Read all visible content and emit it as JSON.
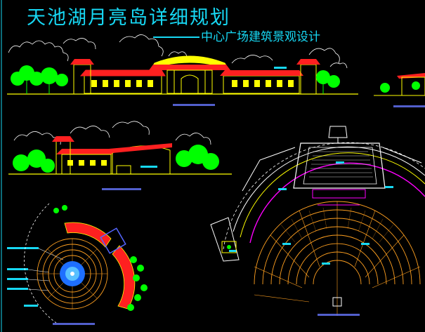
{
  "title": "天池湖月亮岛详细规划",
  "subtitle": "中心广场建筑景观设计",
  "colors": {
    "background": "#000000",
    "title": "#17d8f4",
    "roof": "#ff2020",
    "wall": "#ffff00",
    "tree": "#00ff00",
    "canopy": "#ffffff",
    "frame": "#ff00ff",
    "accent": "#00ffff"
  },
  "icons": [
    "tree-icon",
    "pavilion-icon",
    "amphitheater-plan",
    "circular-plaza-plan"
  ]
}
